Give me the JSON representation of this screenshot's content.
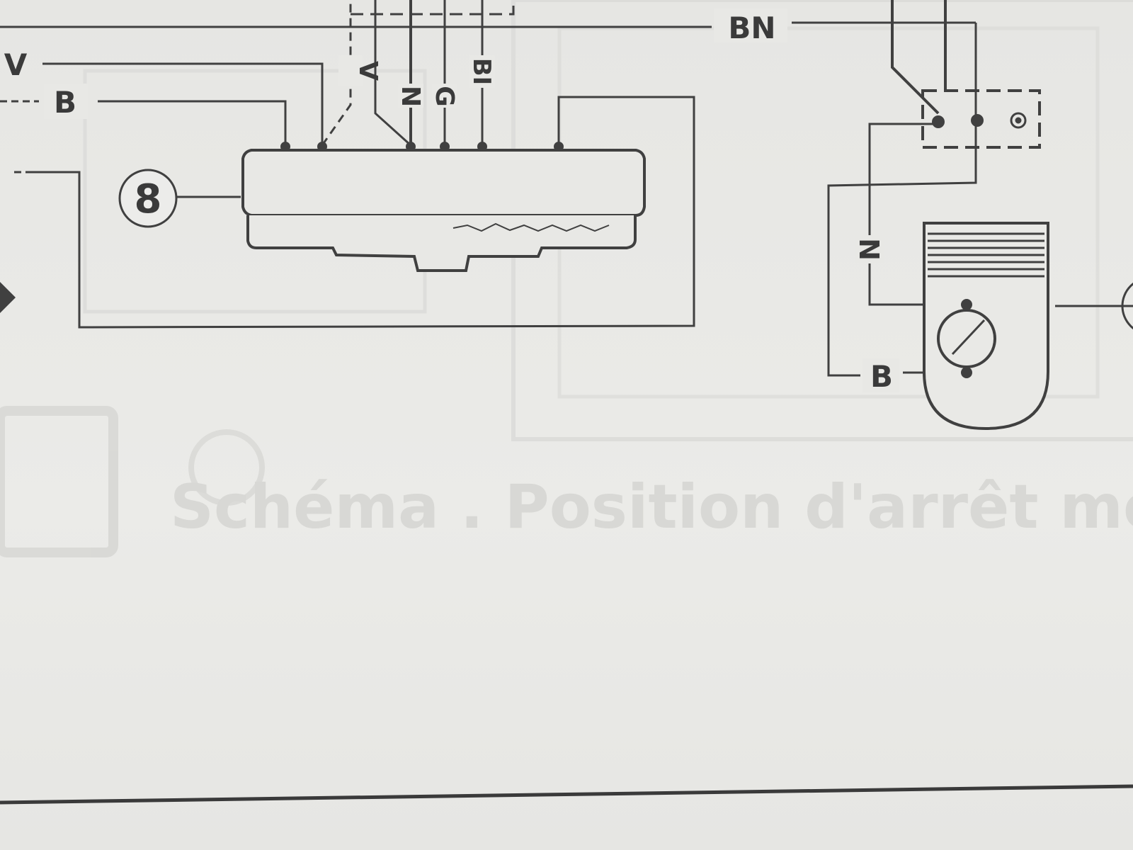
{
  "diagram": {
    "wire_labels": {
      "bn": "BN",
      "v_left": "V",
      "b_left": "B",
      "v_vertical": "V",
      "n_vertical": "N",
      "g_vertical": "G",
      "bi_vertical": "BI",
      "n_right": "N",
      "b_right": "B"
    },
    "callouts": {
      "component_8": "8"
    },
    "bleed_through_text": "Schéma . Position d'arrêt mot"
  }
}
